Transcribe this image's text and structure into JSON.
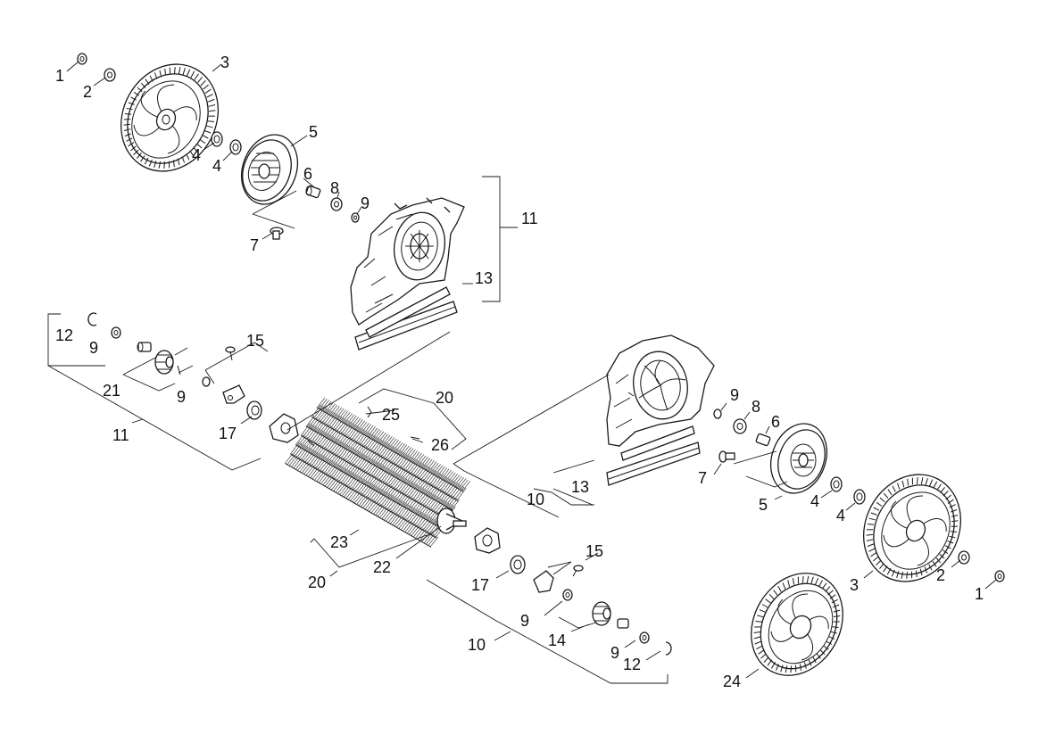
{
  "callouts": {
    "c1_top": "1",
    "c2_top": "2",
    "c3_top": "3",
    "c4a_top": "4",
    "c4b_top": "4",
    "c5_top": "5",
    "c6_top": "6",
    "c7_top": "7",
    "c8_top": "8",
    "c9_top": "9",
    "c11_top": "11",
    "c13_top": "13",
    "c12_left": "12",
    "c9_left_a": "9",
    "c15_left": "15",
    "c21_left": "21",
    "c9_left_b": "9",
    "c17_left": "17",
    "c11_left": "11",
    "c20_top": "20",
    "c25": "25",
    "c26": "26",
    "c23": "23",
    "c22": "22",
    "c20_bottom": "20",
    "c17_mid": "17",
    "c15_mid": "15",
    "c9_mid": "9",
    "c14_mid": "14",
    "c9_mid_b": "9",
    "c12_mid": "12",
    "c10_mid": "10",
    "c9_right": "9",
    "c8_right": "8",
    "c6_right": "6",
    "c7_right": "7",
    "c13_right": "13",
    "c10_right": "10",
    "c5_right": "5",
    "c4a_right": "4",
    "c4b_right": "4",
    "c3_right": "3",
    "c2_right": "2",
    "c1_right": "1",
    "c24": "24"
  },
  "colors": {
    "line": "#1a1a1a",
    "background": "#ffffff"
  }
}
